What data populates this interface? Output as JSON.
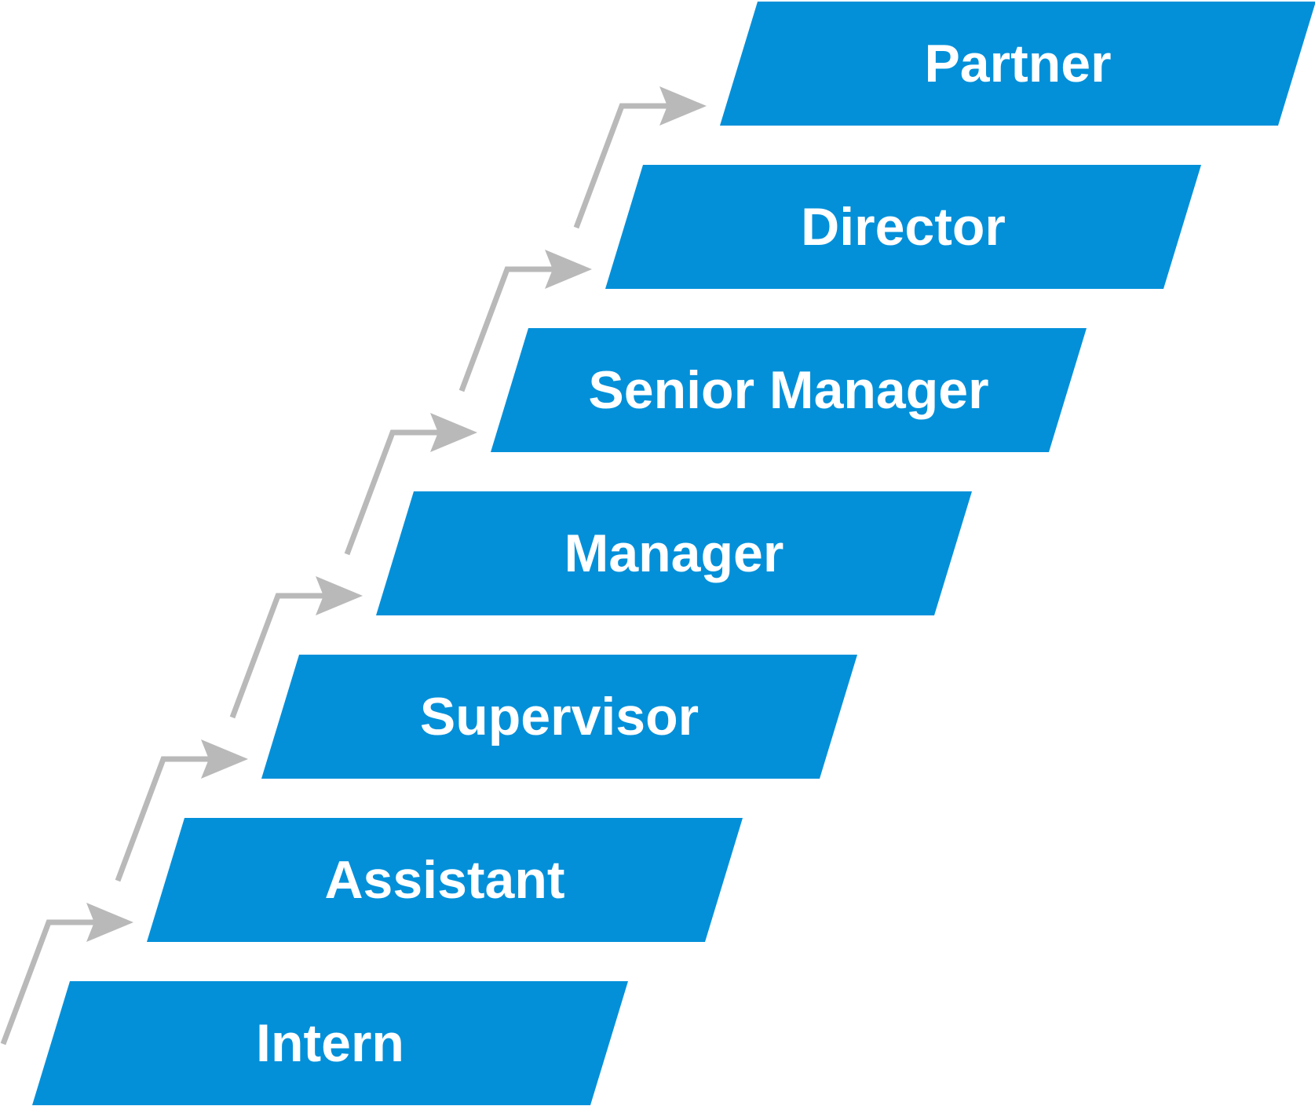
{
  "diagram": {
    "steps": [
      {
        "label": "Intern"
      },
      {
        "label": "Assistant"
      },
      {
        "label": "Supervisor"
      },
      {
        "label": "Manager"
      },
      {
        "label": "Senior Manager"
      },
      {
        "label": "Director"
      },
      {
        "label": "Partner"
      }
    ],
    "colors": {
      "step_fill": "#0390D9",
      "step_text": "#FFFFFF",
      "arrow": "#B9B9B9"
    }
  }
}
